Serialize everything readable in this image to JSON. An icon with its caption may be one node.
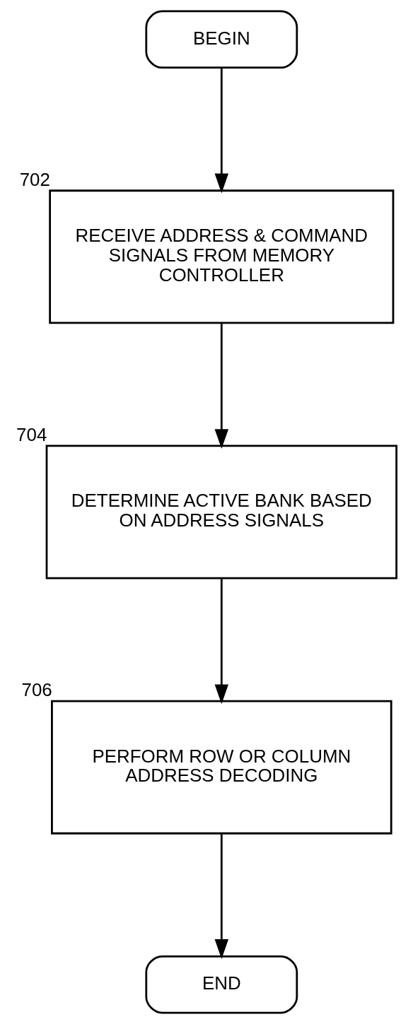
{
  "diagram": {
    "nodes": [
      {
        "text": [
          "BEGIN"
        ]
      },
      {
        "text": [
          "RECEIVE ADDRESS & COMMAND SIGNALS FROM MEMORY CONTROLLER"
        ],
        "beside": [
          "702"
        ]
      },
      {
        "text": [
          "DETERMINE ACTIVE BANK BASED ON ADDRESS SIGNALS"
        ],
        "beside": [
          "704"
        ]
      },
      {
        "text": [
          "PERFORM ROW OR COLUMN ADDRESS DECODING"
        ],
        "beside": [
          "706"
        ]
      },
      {
        "text": [
          "END"
        ]
      }
    ],
    "edges": [
      {
        "from": 0,
        "to": 1,
        "arrow": "to"
      },
      {
        "from": 1,
        "to": 2,
        "arrow": "to"
      },
      {
        "from": 2,
        "to": 3,
        "arrow": "to"
      },
      {
        "from": 3,
        "to": 4,
        "arrow": "to"
      }
    ]
  }
}
